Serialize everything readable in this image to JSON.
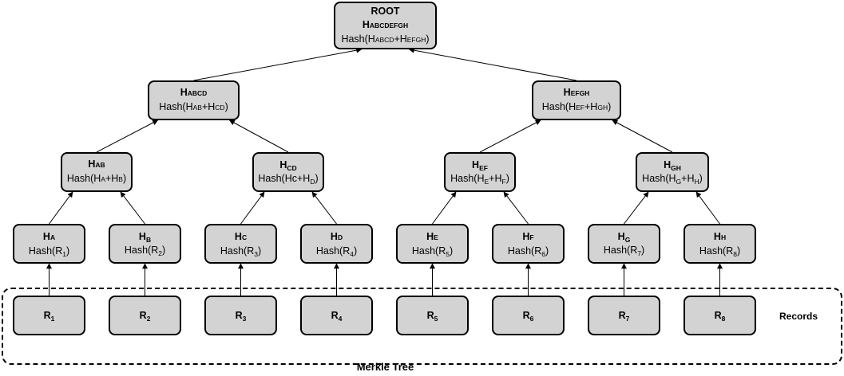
{
  "root": {
    "title": "ROOT",
    "hash_name": "HABCDEFGH",
    "formula_prefix": "Hash(",
    "formula_terms": [
      "HABCD",
      "HEFGH"
    ],
    "formula_sep": "+",
    "formula_suffix": ")"
  },
  "level2": [
    {
      "hash_name": "HABCD",
      "formula": "Hash(HAB+HCD)"
    },
    {
      "hash_name": "HEFGH",
      "formula": "Hash(HEF+HGH)"
    }
  ],
  "level3": [
    {
      "hash_name": "HAB",
      "formula": "Hash(HA+HB)"
    },
    {
      "hash_name": "HCD",
      "formula": "Hash(Hc+HD)"
    },
    {
      "hash_name": "HEF",
      "formula": "Hash(HE+HF)"
    },
    {
      "hash_name": "HGH",
      "formula": "Hash(HG+HH)"
    }
  ],
  "leaves": [
    {
      "hash_name": "HA",
      "formula": "Hash(R1)"
    },
    {
      "hash_name": "HB",
      "formula": "Hash(R2)"
    },
    {
      "hash_name": "Hc",
      "formula": "Hash(R3)"
    },
    {
      "hash_name": "HD",
      "formula": "Hash(R4)"
    },
    {
      "hash_name": "HE",
      "formula": "Hash(R5)"
    },
    {
      "hash_name": "HF",
      "formula": "Hash(R6)"
    },
    {
      "hash_name": "HG",
      "formula": "Hash(R7)"
    },
    {
      "hash_name": "HH",
      "formula": "Hash(R8)"
    }
  ],
  "records": [
    "R1",
    "R2",
    "R3",
    "R4",
    "R5",
    "R6",
    "R7",
    "R8"
  ],
  "records_label": "Records",
  "caption": "Merkle Tree",
  "colors": {
    "node_fill": "#d3d3d3",
    "stroke": "#000000"
  }
}
